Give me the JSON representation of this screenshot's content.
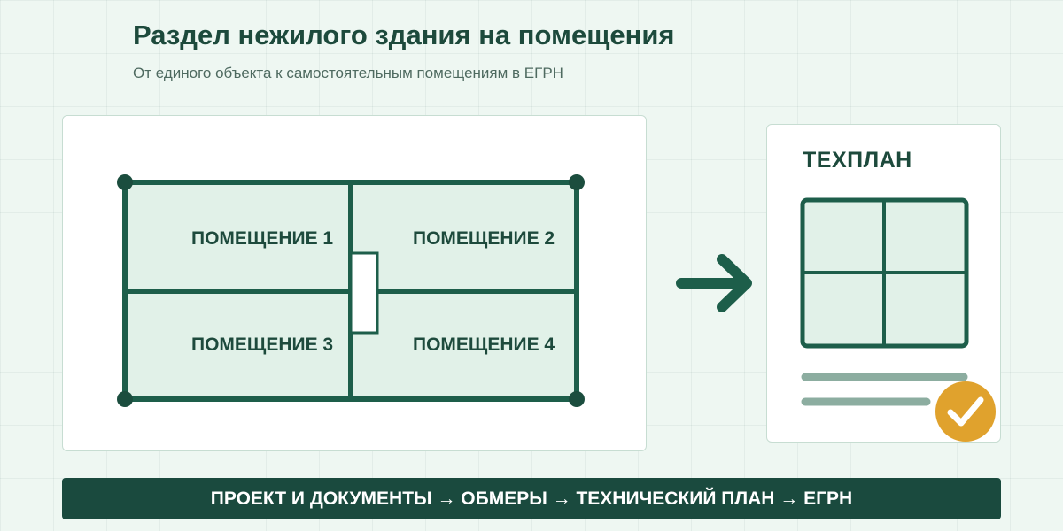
{
  "header": {
    "title": "Раздел нежилого здания на помещения",
    "subtitle": "От единого объекта к самостоятельным помещениям в ЕГРН"
  },
  "floor_plan": {
    "rooms": [
      {
        "label": "ПОМЕЩЕНИЕ 1"
      },
      {
        "label": "ПОМЕЩЕНИЕ 2"
      },
      {
        "label": "ПОМЕЩЕНИЕ 3"
      },
      {
        "label": "ПОМЕЩЕНИЕ 4"
      }
    ]
  },
  "techplan": {
    "title": "ТЕХПЛАН"
  },
  "workflow": {
    "text": "ПРОЕКТ И ДОКУМЕНТЫ → ОБМЕРЫ → ТЕХНИЧЕСКИЙ ПЛАН → ЕГРН"
  },
  "colors": {
    "accent": "#1d5e4a",
    "room_fill": "#e1f1e8",
    "check": "#e0a22d",
    "bar": "#1a4a3e"
  }
}
